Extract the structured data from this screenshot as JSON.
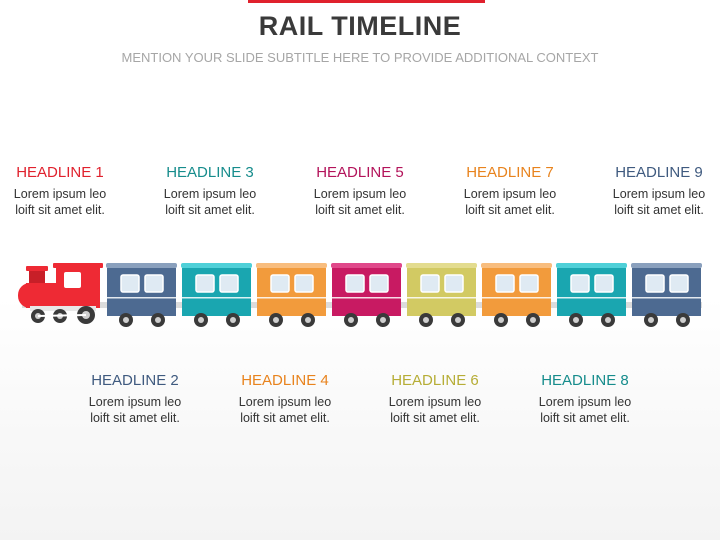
{
  "slide": {
    "title": "RAIL TIMELINE",
    "subtitle": "MENTION YOUR SLIDE SUBTITLE HERE TO PROVIDE ADDITIONAL CONTEXT",
    "accent_color": "#e0212d"
  },
  "milestones": [
    {
      "headline": "HEADLINE 1",
      "line1": "Lorem ipsum leo",
      "line2": "loift sit amet elit.",
      "color": "#e0212d"
    },
    {
      "headline": "HEADLINE 2",
      "line1": "Lorem ipsum leo",
      "line2": "loift sit amet elit.",
      "color": "#3f5a7f"
    },
    {
      "headline": "HEADLINE 3",
      "line1": "Lorem ipsum leo",
      "line2": "loift sit amet elit.",
      "color": "#168c8c"
    },
    {
      "headline": "HEADLINE 4",
      "line1": "Lorem ipsum leo",
      "line2": "loift sit amet elit.",
      "color": "#e8831d"
    },
    {
      "headline": "HEADLINE 5",
      "line1": "Lorem ipsum leo",
      "line2": "loift sit amet elit.",
      "color": "#b3135a"
    },
    {
      "headline": "HEADLINE 6",
      "line1": "Lorem ipsum leo",
      "line2": "loift sit amet elit.",
      "color": "#b6ad36"
    },
    {
      "headline": "HEADLINE 7",
      "line1": "Lorem ipsum leo",
      "line2": "loift sit amet elit.",
      "color": "#e8831d"
    },
    {
      "headline": "HEADLINE 8",
      "line1": "Lorem ipsum leo",
      "line2": "loift sit amet elit.",
      "color": "#168c8c"
    },
    {
      "headline": "HEADLINE 9",
      "line1": "Lorem ipsum leo",
      "line2": "loift sit amet elit.",
      "color": "#3f5a7f"
    }
  ],
  "train": {
    "engine_color": "#ee2a34",
    "cars": [
      {
        "body": "#4d6a91",
        "roof": "#8aa0bd"
      },
      {
        "body": "#1aa6b0",
        "roof": "#4fd0d8"
      },
      {
        "body": "#f29b3c",
        "roof": "#f8bd7e"
      },
      {
        "body": "#c81a62",
        "roof": "#e0488a"
      },
      {
        "body": "#d2ca63",
        "roof": "#e3dc8f"
      },
      {
        "body": "#f29b3c",
        "roof": "#f8bd7e"
      },
      {
        "body": "#1aa6b0",
        "roof": "#4fd0d8"
      },
      {
        "body": "#4d6a91",
        "roof": "#8aa0bd"
      }
    ]
  }
}
